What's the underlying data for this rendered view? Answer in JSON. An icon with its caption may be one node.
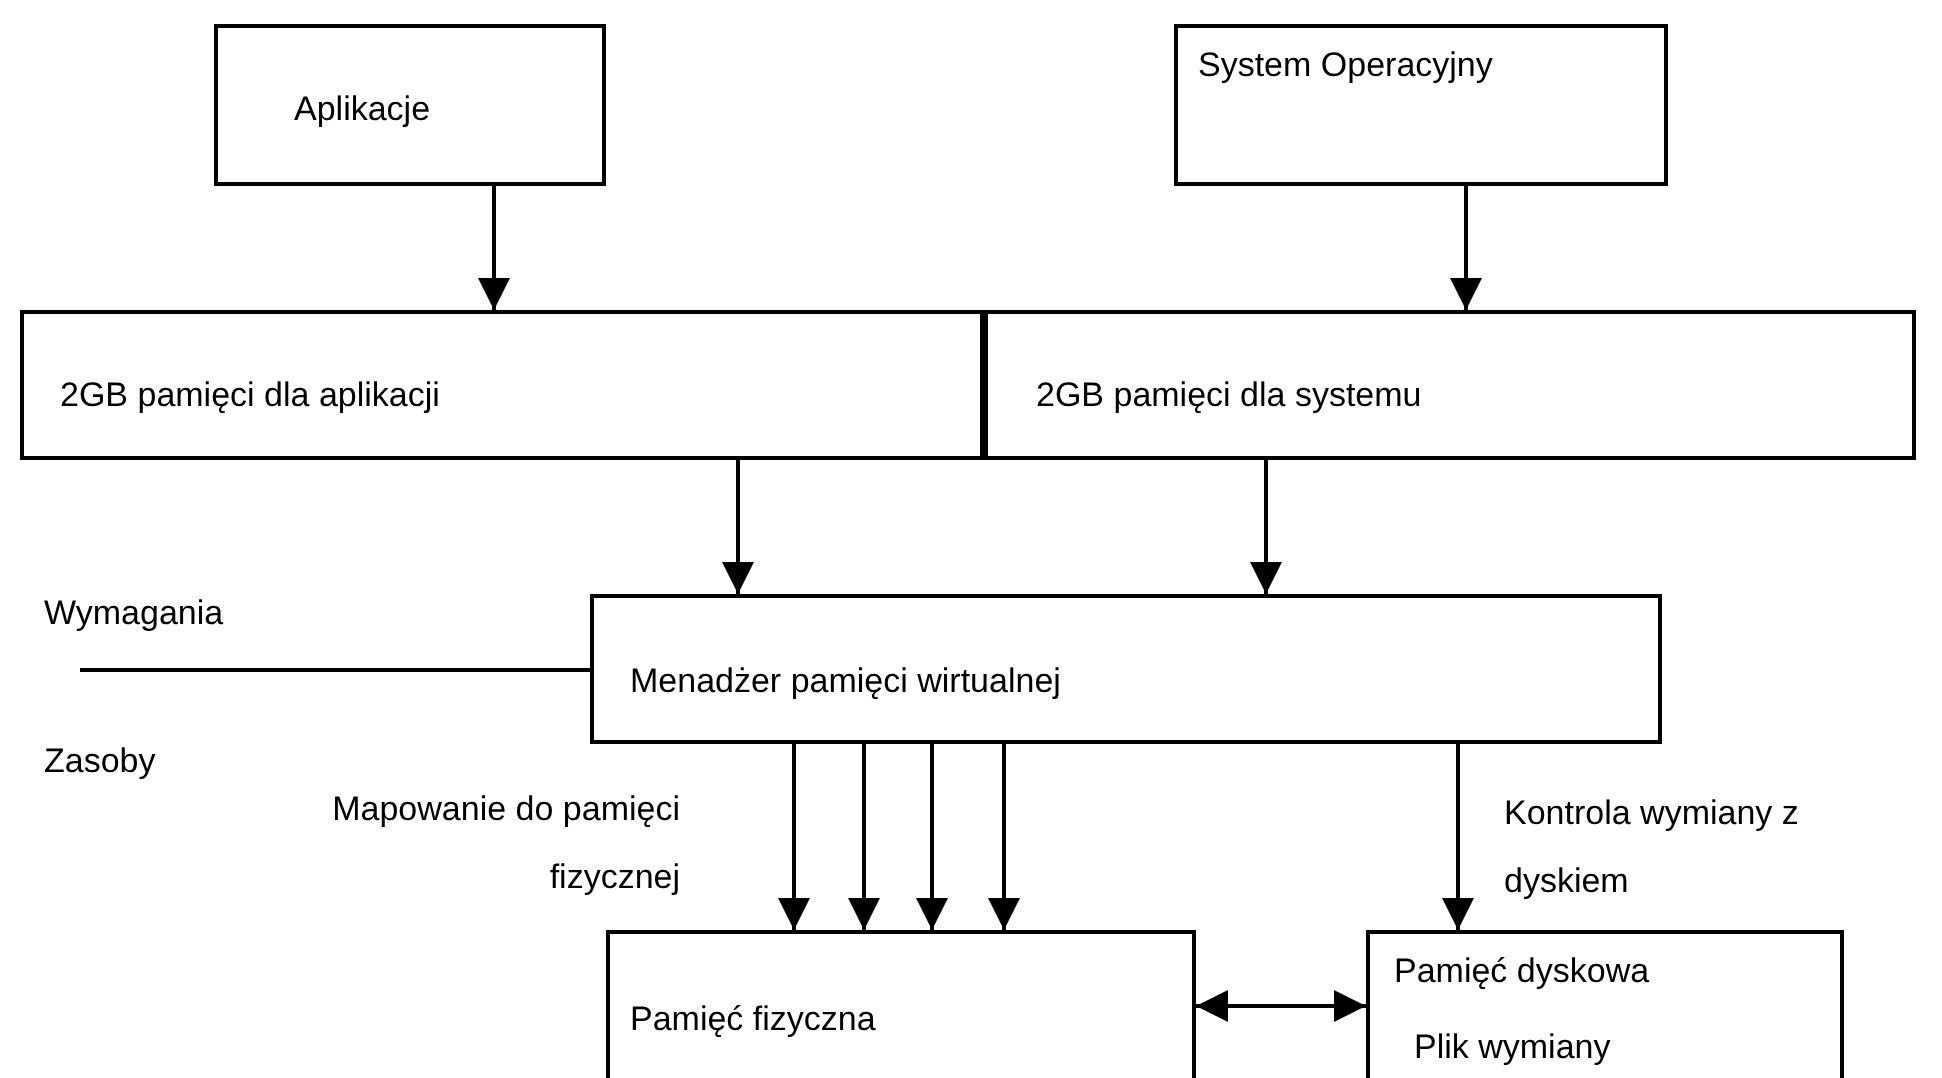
{
  "diagram": {
    "nodes": [
      {
        "text": [
          "Aplikacje"
        ]
      },
      {
        "text": [
          "System Operacyjny"
        ]
      },
      {
        "text": [
          "2GB pamięci dla aplikacji"
        ]
      },
      {
        "text": [
          "2GB pamięci dla systemu"
        ]
      },
      {
        "text": [
          "Menadżer pamięci wirtualnej"
        ]
      },
      {
        "text": [
          "Pamięć fizyczna"
        ]
      },
      {
        "text": [
          "Pamięć dyskowa",
          "Plik wymiany"
        ]
      }
    ],
    "edges": [
      {
        "from": 0,
        "to": 2,
        "arrow": "to"
      },
      {
        "from": 1,
        "to": 3,
        "arrow": "to"
      },
      {
        "from": 2,
        "to": 4,
        "arrow": "to"
      },
      {
        "from": 3,
        "to": 4,
        "arrow": "to"
      },
      {
        "from": 4,
        "to": 5,
        "arrow": "to"
      },
      {
        "from": 4,
        "to": 5,
        "arrow": "to"
      },
      {
        "from": 4,
        "to": 5,
        "arrow": "to"
      },
      {
        "from": 4,
        "to": 5,
        "arrow": "to"
      },
      {
        "from": 4,
        "to": 6,
        "arrow": "to",
        "label": "Kontrola wymiany z dyskiem"
      },
      {
        "from": 5,
        "to": 6,
        "arrow": "both"
      },
      {
        "from": null,
        "to": 4,
        "arrow": "none"
      }
    ],
    "labels": [
      "Wymagania",
      "Zasoby",
      "Mapowanie do pamięci fizycznej"
    ]
  }
}
